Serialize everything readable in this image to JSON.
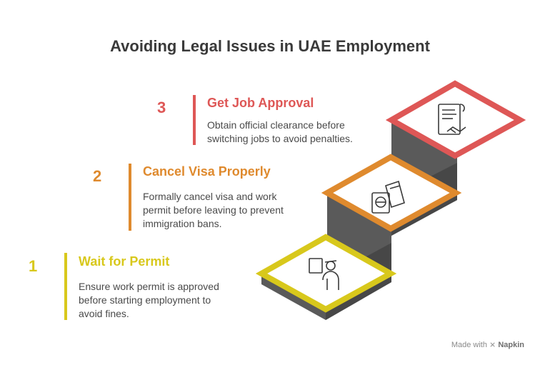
{
  "title": "Avoiding Legal Issues in UAE Employment",
  "colors": {
    "step1": "#d8c81c",
    "step2": "#df8a2e",
    "step3": "#de5756",
    "stair_fill": "#5a5a5a",
    "stair_dark": "#3e3e3e",
    "text": "#3a3a3a"
  },
  "steps": [
    {
      "number": "1",
      "heading": "Wait for Permit",
      "description": "Ensure work permit is approved before starting employment to avoid fines.",
      "icon": "officer-with-document-icon"
    },
    {
      "number": "2",
      "heading": "Cancel Visa Properly",
      "description": "Formally cancel visa and work permit before leaving to prevent immigration bans.",
      "icon": "passport-and-ticket-icon"
    },
    {
      "number": "3",
      "heading": "Get Job Approval",
      "description": "Obtain official clearance before switching jobs to avoid penalties.",
      "icon": "contract-handshake-icon"
    }
  ],
  "footer": {
    "made_with": "Made with",
    "brand": "Napkin"
  }
}
